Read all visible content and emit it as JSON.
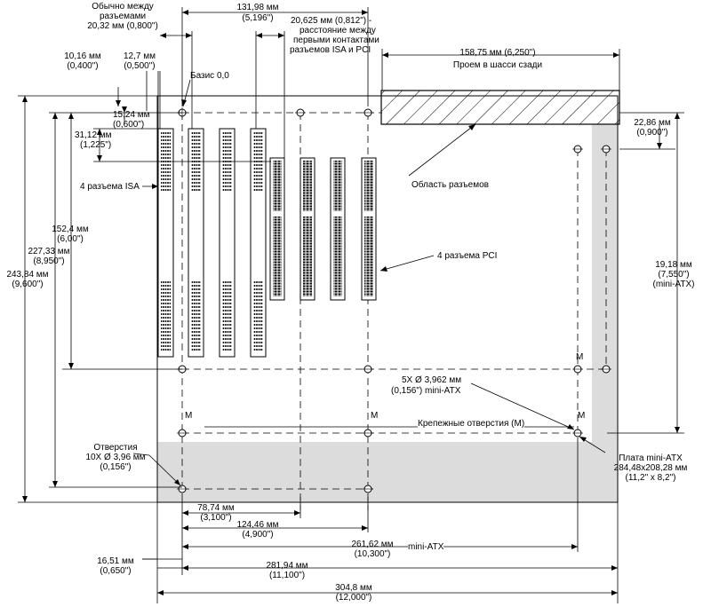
{
  "labels": {
    "typical_between_l1": "Обычно между",
    "typical_between_l2": "разъемами",
    "typical_between_l3": "20,32 мм (0,800\")",
    "d131_mm": "131,98 мм",
    "d131_in": "(5,196\")",
    "d20625_l1": "20,625 мм (0,812\") -",
    "d20625_l2": "расстояние между",
    "d20625_l3": "первыми контактами",
    "d20625_l4": "разъемов ISA и PCI",
    "d1016_mm": "10,16 мм",
    "d1016_in": "(0,400\")",
    "d127_mm": "12,7 мм",
    "d127_in": "(0,500\")",
    "datum": "Базис 0,0",
    "d15875_mm": "158,75 мм (6,250\")",
    "d15875_desc": "Проем в шасси сзади",
    "d1524_mm": "15,24 мм",
    "d1524_in": "(0,600\")",
    "d3112_mm": "31,12 мм",
    "d3112_in": "(1,225\")",
    "d2286_mm": "22,86 мм",
    "d2286_in": "(0,900\")",
    "isa4": "4 разъема ISA",
    "connector_area": "Область разъемов",
    "d1524b_mm": "152,4 мм",
    "d1524b_in": "(6,00\")",
    "d22733_mm": "227,33 мм",
    "d22733_in": "(8,950\")",
    "d24384_mm": "243,84 мм",
    "d24384_in": "(9,600\")",
    "pci4": "4 разъема PCI",
    "d1918_mm": "19,18 мм",
    "d1918_in": "(7,550\")",
    "d1918_note": "(mini-ATX)",
    "m_mark": "M",
    "holes5_l1": "5X Ø 3,962 мм",
    "holes5_l2": "(0,156\") mini-ATX",
    "mount_holes": "Крепежные отверстия (M)",
    "holes10_l1": "Отверстия",
    "holes10_l2": "10X Ø 3,96 мм",
    "holes10_l3": "(0,156\")",
    "board_l1": "Плата mini-ATX",
    "board_l2": "284,48x208,28 мм",
    "board_l3": "(11,2\" x 8,2\")",
    "d7874_mm": "78,74 мм",
    "d7874_in": "(3,100\")",
    "d12446_mm": "124,46 мм",
    "d12446_in": "(4,900\")",
    "d26162_mm": "261,62 мм",
    "d26162_in": "(10,300\")",
    "d26162_note": "mini-ATX",
    "d1651_mm": "16,51 мм",
    "d1651_in": "(0,650\")",
    "d28194_mm": "281,94 мм",
    "d28194_in": "(11,100\")",
    "d3048_mm": "304,8 мм",
    "d3048_in": "(12,000\")"
  }
}
